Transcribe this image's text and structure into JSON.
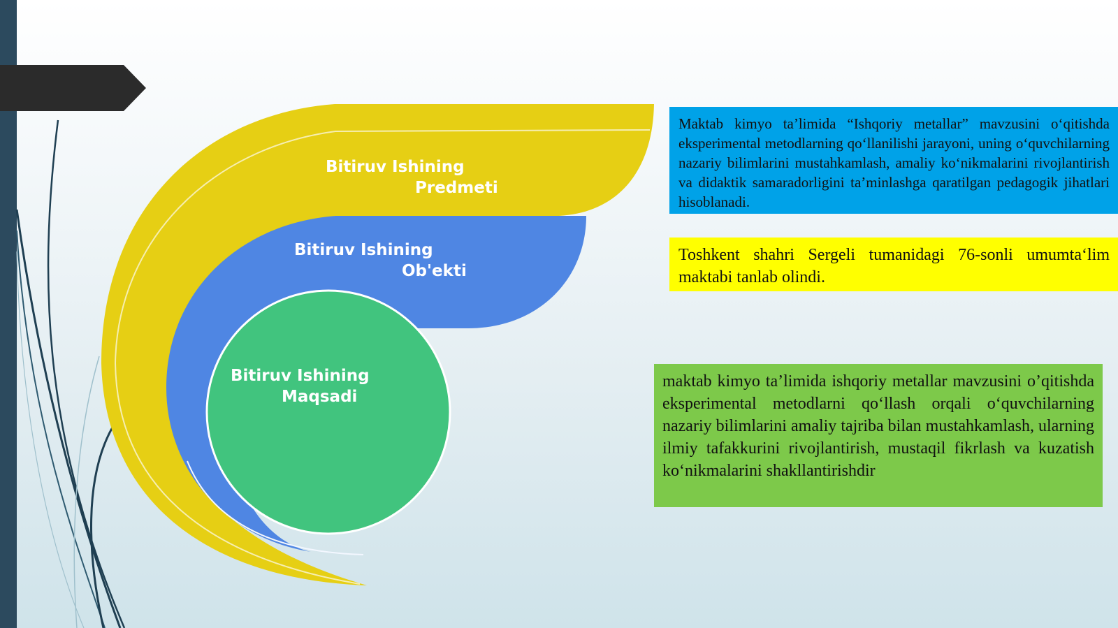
{
  "colors": {
    "sidebar_bar": "#2c4a5e",
    "header_tab": "#2b2b2b",
    "predmet_band": "#e6cf14",
    "obekt_band": "#4f86e3",
    "maqsad_circle": "#41c47e",
    "predmet_box": "#00a2e8",
    "obekt_box": "#ffff00",
    "maqsad_box": "#7dc94a",
    "decor_lines": "#1f3f52"
  },
  "diagram": {
    "predmet": {
      "line1": "Bitiruv Ishining",
      "line2": "Predmeti"
    },
    "obekt": {
      "line1": "Bitiruv Ishining",
      "line2": "Ob'ekti"
    },
    "maqsad": {
      "line1": "Bitiruv Ishining",
      "line2": "Maqsadi"
    }
  },
  "boxes": {
    "predmet_text": "Maktab kimyo ta’limida “Ishqoriy metallar” mavzusini o‘qitishda eksperimental metodlarning qo‘llanilishi jarayoni, uning o‘quvchilarning nazariy bilimlarini mustahkamlash, amaliy ko‘nikmalarini rivojlantirish va didaktik samaradorligini ta’minlashga qaratilgan pedagogik jihatlari hisoblanadi.",
    "obekt_text": "Toshkent shahri Sergeli tumanidagi 76-sonli umumta‘lim maktabi tanlab olindi.",
    "maqsad_text": "maktab kimyo ta’limida ishqoriy metallar mavzusini o’qitishda eksperimental metodlarni qo‘llash orqali o‘quvchilarning nazariy bilimlarini amaliy tajriba bilan mustahkamlash, ularning ilmiy tafakkurini rivojlantirish, mustaqil fikrlash va kuzatish ko‘nikmalarini shakllantirishdir"
  }
}
